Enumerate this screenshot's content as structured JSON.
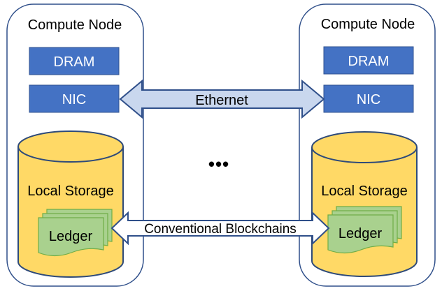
{
  "left_node": {
    "title": "Compute Node",
    "dram": "DRAM",
    "nic": "NIC",
    "storage": "Local Storage",
    "ledger": "Ledger"
  },
  "right_node": {
    "title": "Compute Node",
    "dram": "DRAM",
    "nic": "NIC",
    "storage": "Local Storage",
    "ledger": "Ledger"
  },
  "links": {
    "ethernet": "Ethernet",
    "blockchain": "Conventional Blockchains"
  },
  "ellipsis": "•••",
  "colors": {
    "node_border": "#2f4f8a",
    "box_fill": "#4472c4",
    "box_text": "#ffffff",
    "cylinder_fill": "#ffd966",
    "cylinder_stroke": "#2e4a7a",
    "ledger_fill": "#a9d18e",
    "ledger_stroke": "#70ad47",
    "arrow_fill": "#c9d7ee",
    "arrow_stroke": "#2f4f8a"
  }
}
